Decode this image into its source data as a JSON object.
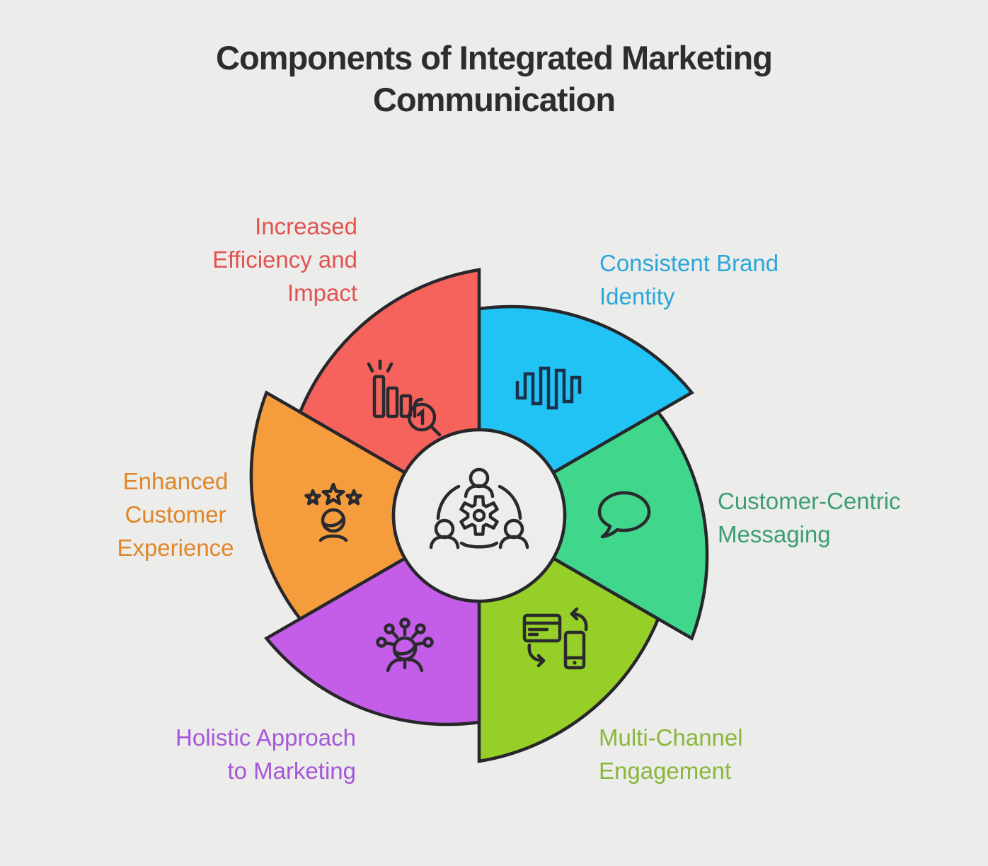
{
  "title": {
    "text": "Components of Integrated Marketing Communication",
    "lines": [
      "Components of Integrated Marketing",
      "Communication"
    ],
    "color": "#2d2d2d"
  },
  "diagram": {
    "type": "pinwheel",
    "background_color": "#ececea",
    "outline_color": "#26262b",
    "center": {
      "icon": "team-gear-icon",
      "fill": "#ededec"
    },
    "segments": [
      {
        "name": "consistent-brand-identity",
        "label": "Consistent Brand Identity",
        "lines": [
          "Consistent Brand",
          "Identity"
        ],
        "fill": "#21c3f5",
        "text_color": "#2aa7d9",
        "icon": "waveform-icon",
        "position": "top-right"
      },
      {
        "name": "customer-centric-messaging",
        "label": "Customer-Centric Messaging",
        "lines": [
          "Customer-Centric",
          "Messaging"
        ],
        "fill": "#40d68c",
        "text_color": "#3c9e72",
        "icon": "speech-bubble-icon",
        "position": "right"
      },
      {
        "name": "multi-channel-engagement",
        "label": "Multi-Channel Engagement",
        "lines": [
          "Multi-Channel",
          "Engagement"
        ],
        "fill": "#95cf27",
        "text_color": "#89b73b",
        "icon": "devices-sync-icon",
        "position": "bottom-right"
      },
      {
        "name": "holistic-approach-to-marketing",
        "label": "Holistic Approach to Marketing",
        "lines": [
          "Holistic Approach",
          "to Marketing"
        ],
        "fill": "#c45ee9",
        "text_color": "#a657d9",
        "icon": "network-person-icon",
        "position": "bottom-left"
      },
      {
        "name": "enhanced-customer-experience",
        "label": "Enhanced Customer Experience",
        "lines": [
          "Enhanced",
          "Customer",
          "Experience"
        ],
        "fill": "#f59c3d",
        "text_color": "#de8629",
        "icon": "star-person-icon",
        "position": "left"
      },
      {
        "name": "increased-efficiency-and-impact",
        "label": "Increased Efficiency and Impact",
        "lines": [
          "Increased",
          "Efficiency and",
          "Impact"
        ],
        "fill": "#f6635d",
        "text_color": "#e25350",
        "icon": "bar-chart-magnifier-icon",
        "position": "top-left"
      }
    ]
  }
}
